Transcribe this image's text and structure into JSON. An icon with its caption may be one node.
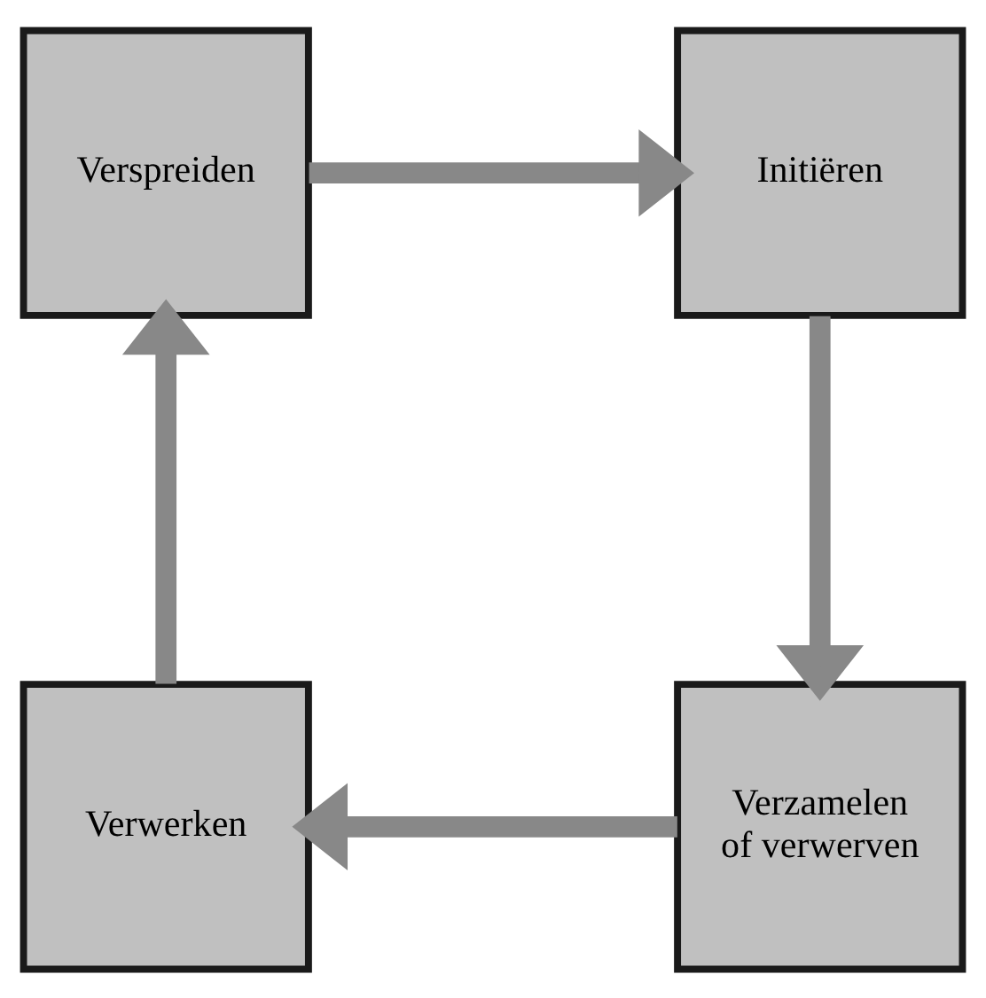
{
  "diagram": {
    "nodes": [
      {
        "text": [
          "Verspreiden"
        ]
      },
      {
        "text": [
          "Initiëren"
        ]
      },
      {
        "text": [
          "Verzamelen of verwerven"
        ]
      },
      {
        "text": [
          "Verwerken"
        ]
      }
    ],
    "edges": [
      {
        "from": 0,
        "to": 1,
        "arrow": "to"
      },
      {
        "from": 1,
        "to": 2,
        "arrow": "to"
      },
      {
        "from": 2,
        "to": 3,
        "arrow": "to"
      },
      {
        "from": 3,
        "to": 0,
        "arrow": "to"
      }
    ]
  }
}
